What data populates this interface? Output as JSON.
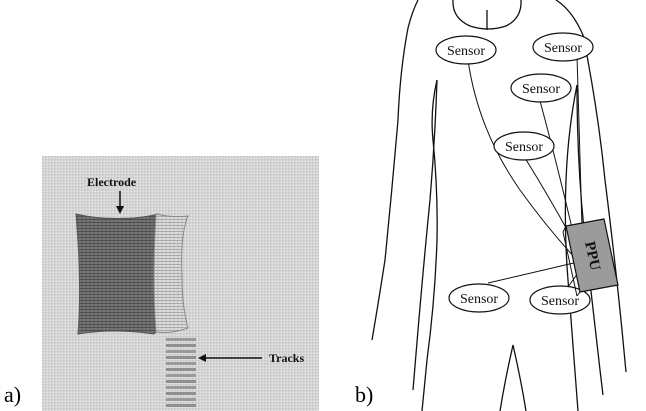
{
  "figure": {
    "panel_a_label": "a)",
    "panel_b_label": "b)"
  },
  "photo": {
    "electrode_label": "Electrode",
    "tracks_label": "Tracks"
  },
  "diagram": {
    "ppu_label": "PPU",
    "sensors": [
      "Sensor",
      "Sensor",
      "Sensor",
      "Sensor",
      "Sensor",
      "Sensor"
    ]
  }
}
